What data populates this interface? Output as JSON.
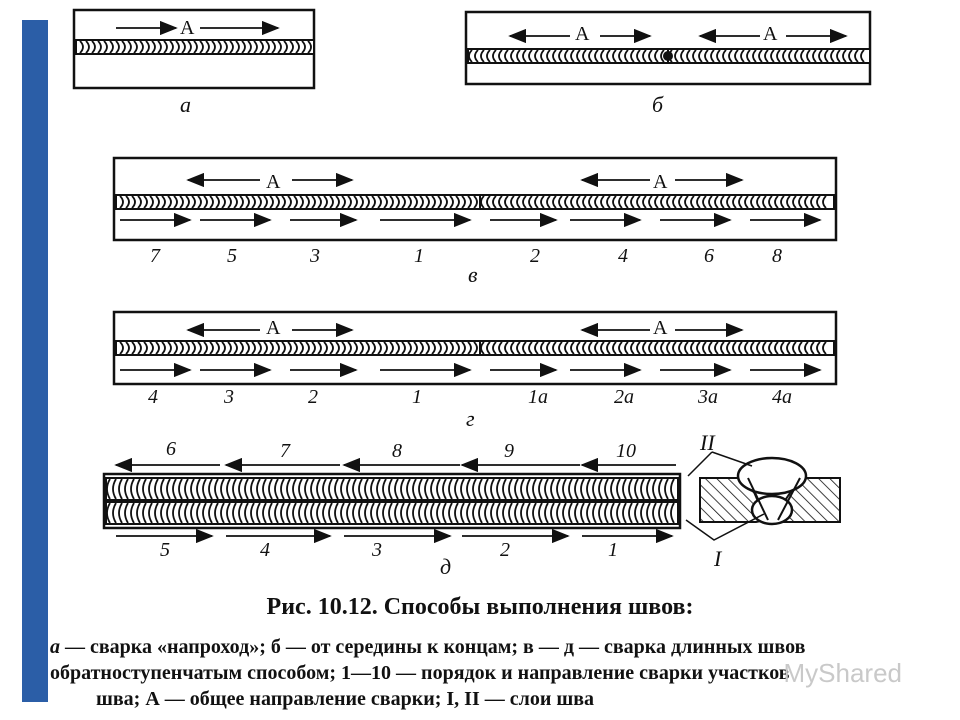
{
  "colors": {
    "accent_bar": "#2b5ea7",
    "ink": "#111111",
    "watermark": "#c9c9c9"
  },
  "direction_label": "A",
  "panels": {
    "a": {
      "label": "а"
    },
    "b": {
      "label": "б"
    },
    "v": {
      "label": "в",
      "top_numbers": [],
      "bottom_numbers": [
        "7",
        "5",
        "3",
        "1",
        "2",
        "4",
        "6",
        "8"
      ]
    },
    "g": {
      "label": "г",
      "bottom_numbers": [
        "4",
        "3",
        "2",
        "1",
        "1а",
        "2а",
        "3а",
        "4а"
      ]
    },
    "d": {
      "label": "д",
      "top_numbers": [
        "6",
        "7",
        "8",
        "9",
        "10"
      ],
      "bottom_numbers": [
        "5",
        "4",
        "3",
        "2",
        "1"
      ],
      "layer_labels": [
        "II",
        "I"
      ]
    }
  },
  "caption": {
    "title": "Рис. 10.12. Способы выполнения швов:",
    "line1_prefix": "а",
    "line1": " — сварка «напроход»; б — от середины к концам; в — д — сварка длинных швов",
    "line2_prefix": "о",
    "line2": "братноступенчатым способом; 1—10 — порядок и направление сварки участков",
    "line3": "шва; А — общее направление сварки; I, II — слои шва"
  },
  "watermark": "MyShared"
}
